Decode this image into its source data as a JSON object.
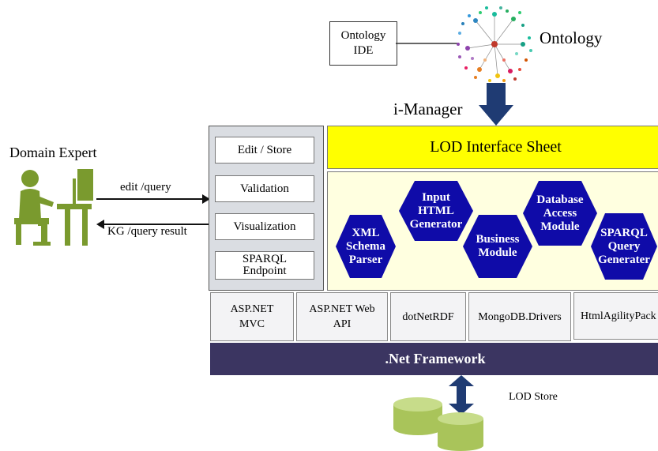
{
  "ontology_ide": "Ontology\nIDE",
  "ontology_label": "Ontology",
  "imanager_label": "i-Manager",
  "domain_expert_label": "Domain Expert",
  "edit_query_label": "edit /query",
  "kg_result_label": "KG /query result",
  "functions": [
    "Edit / Store",
    "Validation",
    "Visualization",
    "SPARQL\nEndpoint"
  ],
  "lod_interface_sheet": "LOD Interface Sheet",
  "modules": [
    "XML\nSchema\nParser",
    "Input\nHTML\nGenerator",
    "Business\nModule",
    "Database\nAccess\nModule",
    "SPARQL\nQuery\nGenerater"
  ],
  "libraries": [
    "ASP.NET\nMVC",
    "ASP.NET Web\nAPI",
    "dotNetRDF",
    "MongoDB.Drivers",
    "HtmlAgilityPack"
  ],
  "framework": ".Net Framework",
  "lod_store": "LOD Store",
  "colors": {
    "module_hex": "#0f0ba8",
    "sheet_yellow": "#ffff00",
    "module_bg": "#ffffe0",
    "framework_bg": "#3b3561",
    "arrow_navy": "#1f3b73",
    "expert_green": "#7a9a2e",
    "db_green": "#b5cf6e"
  }
}
